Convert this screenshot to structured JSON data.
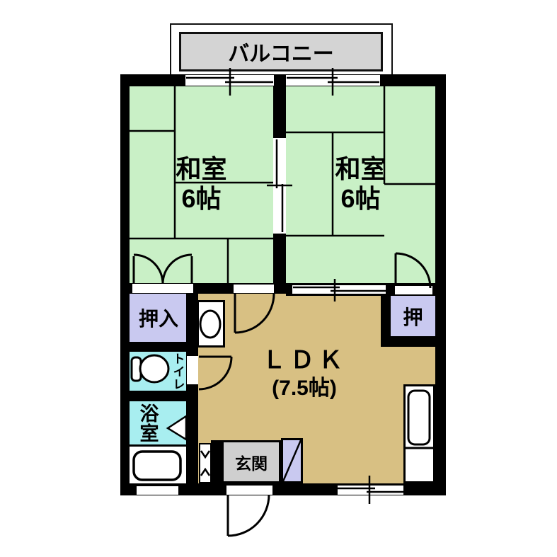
{
  "balcony": {
    "label": "バルコニー"
  },
  "rooms": {
    "washitsu_left": {
      "name": "和室",
      "size": "6帖"
    },
    "washitsu_right": {
      "name": "和室",
      "size": "6帖"
    },
    "ldk": {
      "name": "ＬＤＫ",
      "size": "(7.5帖)"
    },
    "oshiire": {
      "label": "押入"
    },
    "oshi": {
      "label": "押"
    },
    "toilet": {
      "label": "トイレ"
    },
    "bathroom": {
      "label": "浴室"
    },
    "genkan": {
      "label": "玄関"
    }
  },
  "icons": {
    "toilet": "toilet-icon",
    "bathtub": "bathtub-icon",
    "washbasin": "washbasin-icon",
    "kitchen_sink": "kitchen-sink-icon",
    "doors": "door-swing-arc",
    "windows": "sliding-window-symbol"
  },
  "colors": {
    "tatami_green": "#c9f0c6",
    "ldk_tan": "#d8c083",
    "closet_lavender": "#c9c9f0",
    "wet_cyan": "#a8eef0",
    "balcony_gray": "#d4d4d4",
    "genkan_gray": "#cfcfcf",
    "wall_black": "#000000"
  }
}
